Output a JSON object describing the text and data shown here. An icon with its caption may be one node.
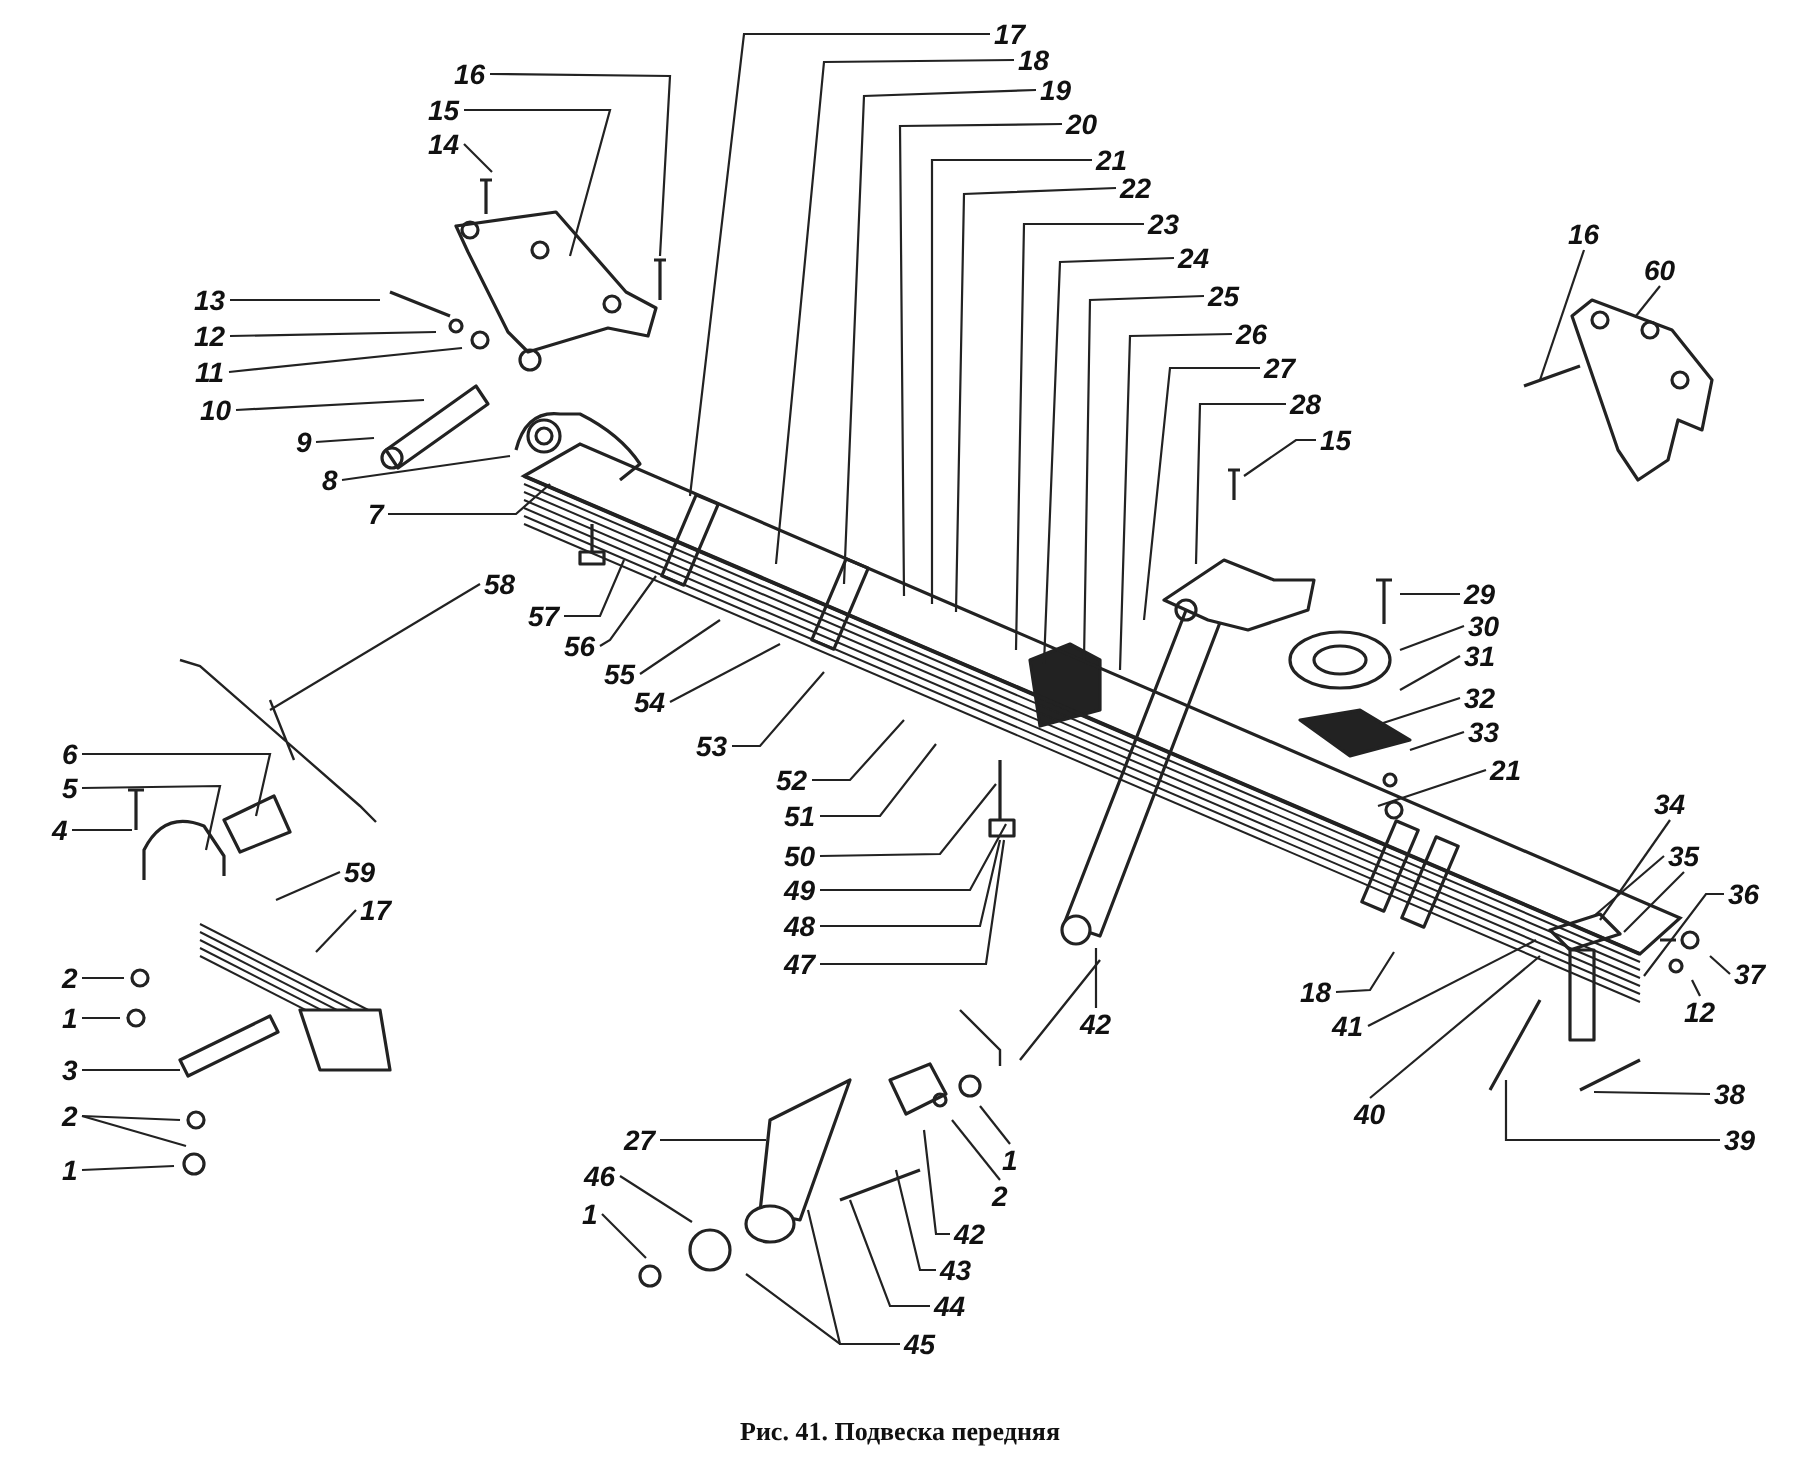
{
  "diagram": {
    "caption": "Рис. 41. Подвеска передняя",
    "nodes": [
      {
        "text": [
          "16"
        ]
      },
      {
        "text": [
          "15"
        ]
      },
      {
        "text": [
          "14"
        ]
      },
      {
        "text": [
          "13"
        ]
      },
      {
        "text": [
          "12"
        ]
      },
      {
        "text": [
          "11"
        ]
      },
      {
        "text": [
          "10"
        ]
      },
      {
        "text": [
          "9"
        ]
      },
      {
        "text": [
          "8"
        ]
      },
      {
        "text": [
          "7"
        ]
      },
      {
        "text": [
          "17"
        ]
      },
      {
        "text": [
          "18"
        ]
      },
      {
        "text": [
          "19"
        ]
      },
      {
        "text": [
          "20"
        ]
      },
      {
        "text": [
          "21"
        ]
      },
      {
        "text": [
          "22"
        ]
      },
      {
        "text": [
          "23"
        ]
      },
      {
        "text": [
          "24"
        ]
      },
      {
        "text": [
          "25"
        ]
      },
      {
        "text": [
          "26"
        ]
      },
      {
        "text": [
          "27"
        ]
      },
      {
        "text": [
          "28"
        ]
      },
      {
        "text": [
          "15"
        ]
      },
      {
        "text": [
          "16"
        ]
      },
      {
        "text": [
          "60"
        ]
      },
      {
        "text": [
          "58"
        ]
      },
      {
        "text": [
          "57"
        ]
      },
      {
        "text": [
          "56"
        ]
      },
      {
        "text": [
          "55"
        ]
      },
      {
        "text": [
          "54"
        ]
      },
      {
        "text": [
          "53"
        ]
      },
      {
        "text": [
          "52"
        ]
      },
      {
        "text": [
          "51"
        ]
      },
      {
        "text": [
          "50"
        ]
      },
      {
        "text": [
          "49"
        ]
      },
      {
        "text": [
          "48"
        ]
      },
      {
        "text": [
          "47"
        ]
      },
      {
        "text": [
          "29"
        ]
      },
      {
        "text": [
          "30"
        ]
      },
      {
        "text": [
          "31"
        ]
      },
      {
        "text": [
          "32"
        ]
      },
      {
        "text": [
          "33"
        ]
      },
      {
        "text": [
          "21"
        ]
      },
      {
        "text": [
          "34"
        ]
      },
      {
        "text": [
          "35"
        ]
      },
      {
        "text": [
          "36"
        ]
      },
      {
        "text": [
          "37"
        ]
      },
      {
        "text": [
          "12"
        ]
      },
      {
        "text": [
          "38"
        ]
      },
      {
        "text": [
          "39"
        ]
      },
      {
        "text": [
          "40"
        ]
      },
      {
        "text": [
          "41"
        ]
      },
      {
        "text": [
          "18"
        ]
      },
      {
        "text": [
          "42"
        ]
      },
      {
        "text": [
          "6"
        ]
      },
      {
        "text": [
          "5"
        ]
      },
      {
        "text": [
          "4"
        ]
      },
      {
        "text": [
          "59"
        ]
      },
      {
        "text": [
          "17"
        ]
      },
      {
        "text": [
          "2"
        ]
      },
      {
        "text": [
          "1"
        ]
      },
      {
        "text": [
          "3"
        ]
      },
      {
        "text": [
          "2"
        ]
      },
      {
        "text": [
          "1"
        ]
      },
      {
        "text": [
          "27"
        ]
      },
      {
        "text": [
          "46"
        ]
      },
      {
        "text": [
          "1"
        ]
      },
      {
        "text": [
          "45"
        ]
      },
      {
        "text": [
          "44"
        ]
      },
      {
        "text": [
          "43"
        ]
      },
      {
        "text": [
          "42"
        ]
      },
      {
        "text": [
          "2"
        ]
      },
      {
        "text": [
          "1"
        ]
      }
    ],
    "edges": [
      {
        "from": 0,
        "to": null,
        "arrow": "none"
      },
      {
        "from": 1,
        "to": null,
        "arrow": "none"
      },
      {
        "from": 2,
        "to": null,
        "arrow": "none"
      },
      {
        "from": 3,
        "to": null,
        "arrow": "none"
      },
      {
        "from": 4,
        "to": null,
        "arrow": "none"
      },
      {
        "from": 5,
        "to": null,
        "arrow": "none"
      },
      {
        "from": 6,
        "to": null,
        "arrow": "none"
      },
      {
        "from": 7,
        "to": null,
        "arrow": "none"
      },
      {
        "from": 8,
        "to": null,
        "arrow": "none"
      },
      {
        "from": 9,
        "to": null,
        "arrow": "none"
      },
      {
        "from": 10,
        "to": null,
        "arrow": "none"
      },
      {
        "from": 11,
        "to": null,
        "arrow": "none"
      },
      {
        "from": 12,
        "to": null,
        "arrow": "none"
      },
      {
        "from": 13,
        "to": null,
        "arrow": "none"
      },
      {
        "from": 14,
        "to": null,
        "arrow": "none"
      },
      {
        "from": 15,
        "to": null,
        "arrow": "none"
      },
      {
        "from": 16,
        "to": null,
        "arrow": "none"
      },
      {
        "from": 17,
        "to": null,
        "arrow": "none"
      },
      {
        "from": 18,
        "to": null,
        "arrow": "none"
      },
      {
        "from": 19,
        "to": null,
        "arrow": "none"
      },
      {
        "from": 20,
        "to": null,
        "arrow": "none"
      },
      {
        "from": 21,
        "to": null,
        "arrow": "none"
      },
      {
        "from": 22,
        "to": null,
        "arrow": "none"
      },
      {
        "from": 23,
        "to": null,
        "arrow": "none"
      },
      {
        "from": 24,
        "to": null,
        "arrow": "none"
      },
      {
        "from": 25,
        "to": null,
        "arrow": "none"
      },
      {
        "from": 26,
        "to": null,
        "arrow": "none"
      },
      {
        "from": 27,
        "to": null,
        "arrow": "none"
      },
      {
        "from": 28,
        "to": null,
        "arrow": "none"
      },
      {
        "from": 29,
        "to": null,
        "arrow": "none"
      },
      {
        "from": 30,
        "to": null,
        "arrow": "none"
      },
      {
        "from": 31,
        "to": null,
        "arrow": "none"
      },
      {
        "from": 32,
        "to": null,
        "arrow": "none"
      },
      {
        "from": 33,
        "to": null,
        "arrow": "none"
      },
      {
        "from": 34,
        "to": null,
        "arrow": "none"
      },
      {
        "from": 35,
        "to": null,
        "arrow": "none"
      },
      {
        "from": 36,
        "to": null,
        "arrow": "none"
      },
      {
        "from": 37,
        "to": null,
        "arrow": "none"
      },
      {
        "from": 38,
        "to": null,
        "arrow": "none"
      },
      {
        "from": 39,
        "to": null,
        "arrow": "none"
      },
      {
        "from": 40,
        "to": null,
        "arrow": "none"
      },
      {
        "from": 41,
        "to": null,
        "arrow": "none"
      },
      {
        "from": 42,
        "to": null,
        "arrow": "none"
      },
      {
        "from": 43,
        "to": null,
        "arrow": "none"
      },
      {
        "from": 44,
        "to": null,
        "arrow": "none"
      },
      {
        "from": 44,
        "to": null,
        "arrow": "none"
      },
      {
        "from": 45,
        "to": null,
        "arrow": "none"
      },
      {
        "from": 46,
        "to": null,
        "arrow": "none"
      },
      {
        "from": 47,
        "to": null,
        "arrow": "none"
      },
      {
        "from": 48,
        "to": null,
        "arrow": "none"
      },
      {
        "from": 49,
        "to": null,
        "arrow": "none"
      },
      {
        "from": 50,
        "to": null,
        "arrow": "none"
      },
      {
        "from": 51,
        "to": null,
        "arrow": "none"
      },
      {
        "from": 52,
        "to": null,
        "arrow": "none"
      },
      {
        "from": 53,
        "to": null,
        "arrow": "none"
      },
      {
        "from": 54,
        "to": null,
        "arrow": "none"
      },
      {
        "from": 55,
        "to": null,
        "arrow": "none"
      },
      {
        "from": 56,
        "to": null,
        "arrow": "none"
      },
      {
        "from": 57,
        "to": null,
        "arrow": "none"
      },
      {
        "from": 58,
        "to": null,
        "arrow": "none"
      },
      {
        "from": 59,
        "to": null,
        "arrow": "none"
      },
      {
        "from": 60,
        "to": null,
        "arrow": "none"
      },
      {
        "from": 61,
        "to": null,
        "arrow": "none"
      },
      {
        "from": 62,
        "to": null,
        "arrow": "none"
      },
      {
        "from": 62,
        "to": null,
        "arrow": "none"
      },
      {
        "from": 63,
        "to": null,
        "arrow": "none"
      },
      {
        "from": 64,
        "to": null,
        "arrow": "none"
      },
      {
        "from": 65,
        "to": null,
        "arrow": "none"
      },
      {
        "from": 66,
        "to": null,
        "arrow": "none"
      },
      {
        "from": 67,
        "to": null,
        "arrow": "none"
      },
      {
        "from": 67,
        "to": null,
        "arrow": "none"
      },
      {
        "from": 68,
        "to": null,
        "arrow": "none"
      },
      {
        "from": 69,
        "to": null,
        "arrow": "none"
      },
      {
        "from": 70,
        "to": null,
        "arrow": "none"
      },
      {
        "from": 71,
        "to": null,
        "arrow": "none"
      },
      {
        "from": 72,
        "to": null,
        "arrow": "none"
      }
    ]
  }
}
